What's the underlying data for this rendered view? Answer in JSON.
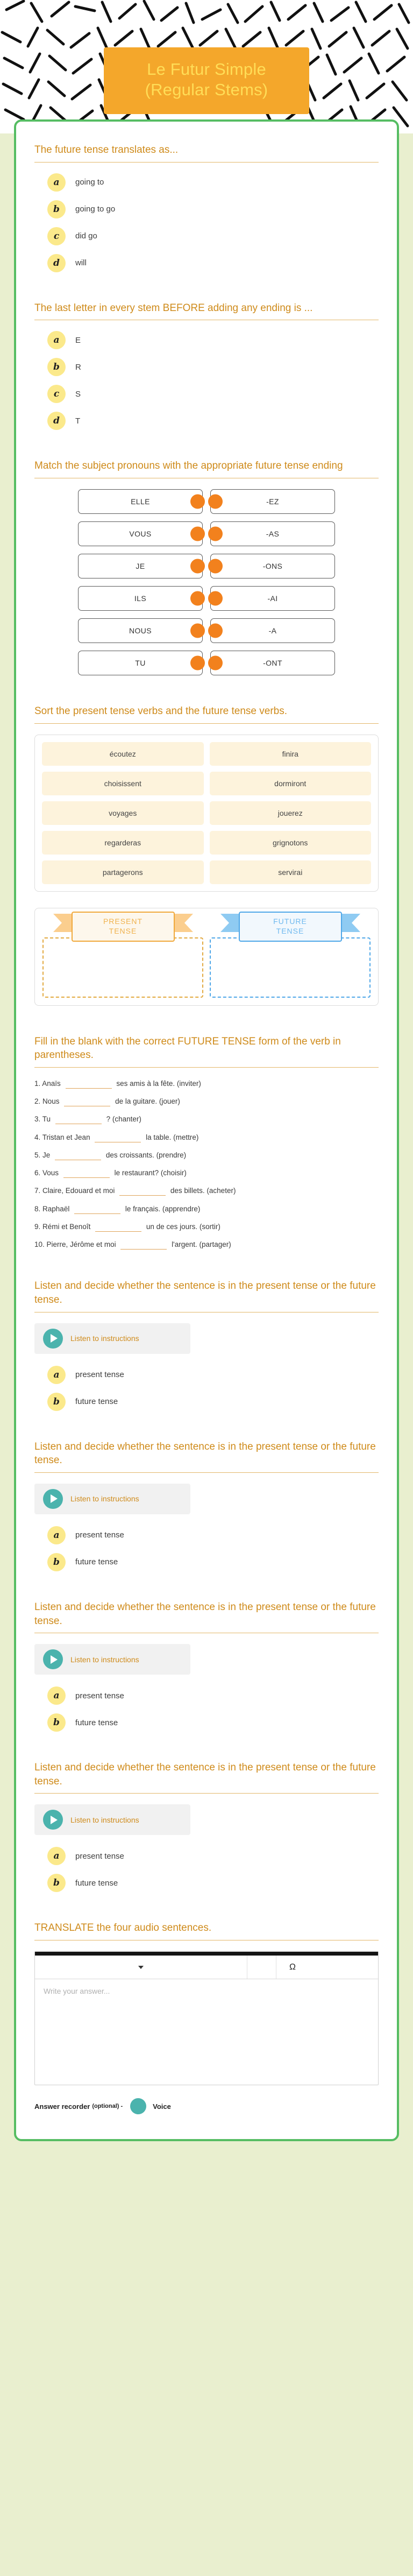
{
  "header": {
    "title_line1": "Le Futur Simple",
    "title_line2": "(Regular Stems)"
  },
  "colors": {
    "brand_orange": "#f4a72b",
    "title_yellow": "#ffdd57",
    "frame_green": "#56bd63",
    "question_text": "#cf8b1b",
    "bubble_yellow": "#fbe98b",
    "match_knob": "#f2811d",
    "teal": "#4bb3ad",
    "present_label": "#f0b24e",
    "future_label": "#6fb9ef",
    "tile_cream": "#fdf3dc"
  },
  "questions": {
    "q1": {
      "prompt": "The future tense translates as...",
      "options": [
        {
          "letter": "a",
          "label": "going to"
        },
        {
          "letter": "b",
          "label": "going to go"
        },
        {
          "letter": "c",
          "label": "did go"
        },
        {
          "letter": "d",
          "label": "will"
        }
      ]
    },
    "q2": {
      "prompt": "The last letter in every stem BEFORE adding any ending is ...",
      "options": [
        {
          "letter": "a",
          "label": "E"
        },
        {
          "letter": "b",
          "label": "R"
        },
        {
          "letter": "c",
          "label": "S"
        },
        {
          "letter": "d",
          "label": "T"
        }
      ]
    },
    "q3": {
      "prompt": "Match the subject pronouns with the appropriate future tense ending",
      "pairs": [
        {
          "left": "ELLE",
          "right": "-EZ"
        },
        {
          "left": "VOUS",
          "right": "-AS"
        },
        {
          "left": "JE",
          "right": "-ONS"
        },
        {
          "left": "ILS",
          "right": "-AI"
        },
        {
          "left": "NOUS",
          "right": "-A"
        },
        {
          "left": "TU",
          "right": "-ONT"
        }
      ]
    },
    "q4": {
      "prompt": "Sort the present tense verbs and the future tense verbs.",
      "tiles": [
        "écoutez",
        "finira",
        "choisissent",
        "dormiront",
        "voyages",
        "jouerez",
        "regarderas",
        "grignotons",
        "partagerons",
        "servirai"
      ],
      "categories": [
        {
          "name": "PRESENT TENSE",
          "line1": "PRESENT",
          "line2": "TENSE"
        },
        {
          "name": "FUTURE TENSE",
          "line1": "FUTURE",
          "line2": "TENSE"
        }
      ]
    },
    "q5": {
      "prompt": "Fill in the blank with the correct FUTURE TENSE form of the verb in parentheses.",
      "items": [
        {
          "num": "1.",
          "before": "Anaïs",
          "after": "ses amis à la fête. (inviter)"
        },
        {
          "num": "2.",
          "before": "Nous",
          "after": "de la guitare. (jouer)"
        },
        {
          "num": "3.",
          "before": "Tu",
          "after": "? (chanter)"
        },
        {
          "num": "4.",
          "before": "Tristan et Jean",
          "after": "la table. (mettre)"
        },
        {
          "num": "5.",
          "before": "Je",
          "after": "des croissants. (prendre)"
        },
        {
          "num": "6.",
          "before": "Vous",
          "after": "le restaurant? (choisir)"
        },
        {
          "num": "7.",
          "before": "Claire, Edouard et moi",
          "after": "des billets. (acheter)"
        },
        {
          "num": "8.",
          "before": "Raphaël",
          "after": "le français. (apprendre)"
        },
        {
          "num": "9.",
          "before": "Rémi et Benoît",
          "after": "un de ces jours. (sortir)"
        },
        {
          "num": "10.",
          "before": "Pierre, Jérôme et moi",
          "after": "l'argent. (partager)"
        }
      ]
    },
    "listen": {
      "prompt": "Listen and decide whether the sentence is in the present tense or the future tense.",
      "audio_button": "Listen to instructions",
      "options": [
        {
          "letter": "a",
          "label": "present tense"
        },
        {
          "letter": "b",
          "label": "future tense"
        }
      ],
      "repeat_count": 4
    },
    "translate": {
      "prompt": "TRANSLATE the four audio sentences.",
      "editor_placeholder": "Write your answer...",
      "toolbar": {
        "font_caret": "caret-down-icon",
        "omega": "Ω"
      },
      "recorder_label": "Answer recorder",
      "recorder_optional": "(optional) -",
      "recorder_voice": "Voice"
    }
  }
}
